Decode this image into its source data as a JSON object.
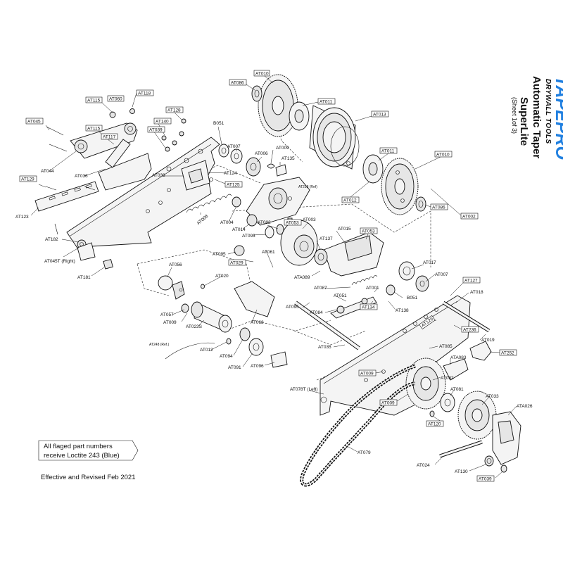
{
  "brand": {
    "logo_text": "TAPEPRO",
    "tagline": "DRYWALL TOOLS"
  },
  "title": {
    "line1": "Automatic Taper",
    "line2": "SuperLite",
    "sheet": "(Sheet 1of 3)"
  },
  "note": {
    "line1": "All flaged part numbers",
    "line2": "receive Loctite 243 (Blue)"
  },
  "footer": {
    "revision": "Effective and Revised Feb 2021"
  },
  "colors": {
    "brand_blue": "#1f7fe0",
    "ink": "#111111"
  },
  "parts": [
    "AT010",
    "AT086",
    "AT011",
    "AT013",
    "AT011",
    "AT010",
    "AT012",
    "AT086",
    "AT002",
    "AT115",
    "AT060",
    "AT118",
    "AT045",
    "AT115",
    "AT117",
    "AT128",
    "AT140",
    "AT039",
    "B051",
    "AT007",
    "AT006",
    "AT009",
    "AT135",
    "AT044",
    "AT036",
    "AT038",
    "AT124",
    "AT125",
    "AT218 (Ref)",
    "AT129",
    "AT123",
    "AT008",
    "AT004",
    "AT014",
    "AT093",
    "AT002",
    "AT053",
    "AT003",
    "AT015",
    "AT053",
    "AT182",
    "AT045T (Right)",
    "AT181",
    "AT137",
    "AT095",
    "AT029",
    "AT061",
    "AT056",
    "AT020",
    "ATA089",
    "AT017",
    "AT007",
    "AT127",
    "AT087",
    "AT051",
    "AT001",
    "AT018",
    "AT057",
    "AT009",
    "AT023S",
    "AT068",
    "AT095",
    "AT084",
    "AT134",
    "AT138",
    "B051",
    "AT126",
    "AT236",
    "AT019",
    "AT248 (Ref.)",
    "AT012",
    "AT094",
    "AT091",
    "AT096",
    "AT035",
    "AT085",
    "AT252",
    "ATA083",
    "AT009",
    "AT082",
    "AT078T (Left)",
    "AT009",
    "AT081",
    "AT033",
    "ATA026",
    "AT120",
    "AT079",
    "AT024",
    "AT130",
    "AT039"
  ]
}
